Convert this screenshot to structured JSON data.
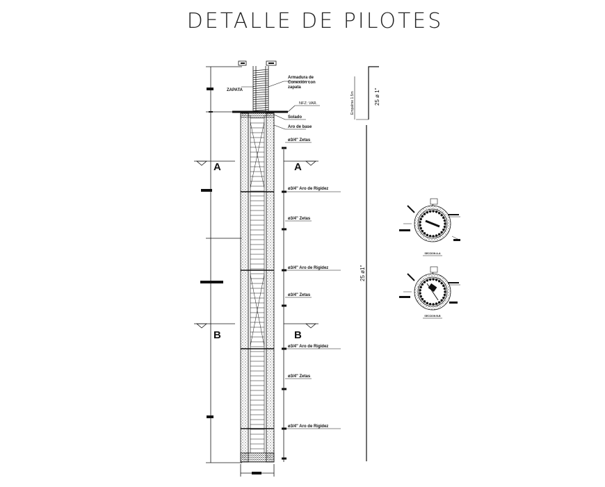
{
  "title": "DETALLE DE PILOTES",
  "labels": {
    "armadura_1": "Armadura de",
    "armadura_2": "Conexión con",
    "armadura_3": "zapata",
    "zapata": "ZAPATA",
    "nivel": "NFZ: VAR.",
    "solado": "Solado",
    "aro_base": "Aro de base",
    "zetas": "ø3/4\" Zetas",
    "aro_rigidez": "ø3/4\" Aro de Rigidez",
    "section_a": "A",
    "section_b": "B",
    "bar_top": "25 ø 1\"",
    "empalme": "Empalme 1.5m",
    "bar_long": "25 ø1\"",
    "corte_a": "SECCION A-A",
    "corte_b": "SECCION B-B"
  }
}
